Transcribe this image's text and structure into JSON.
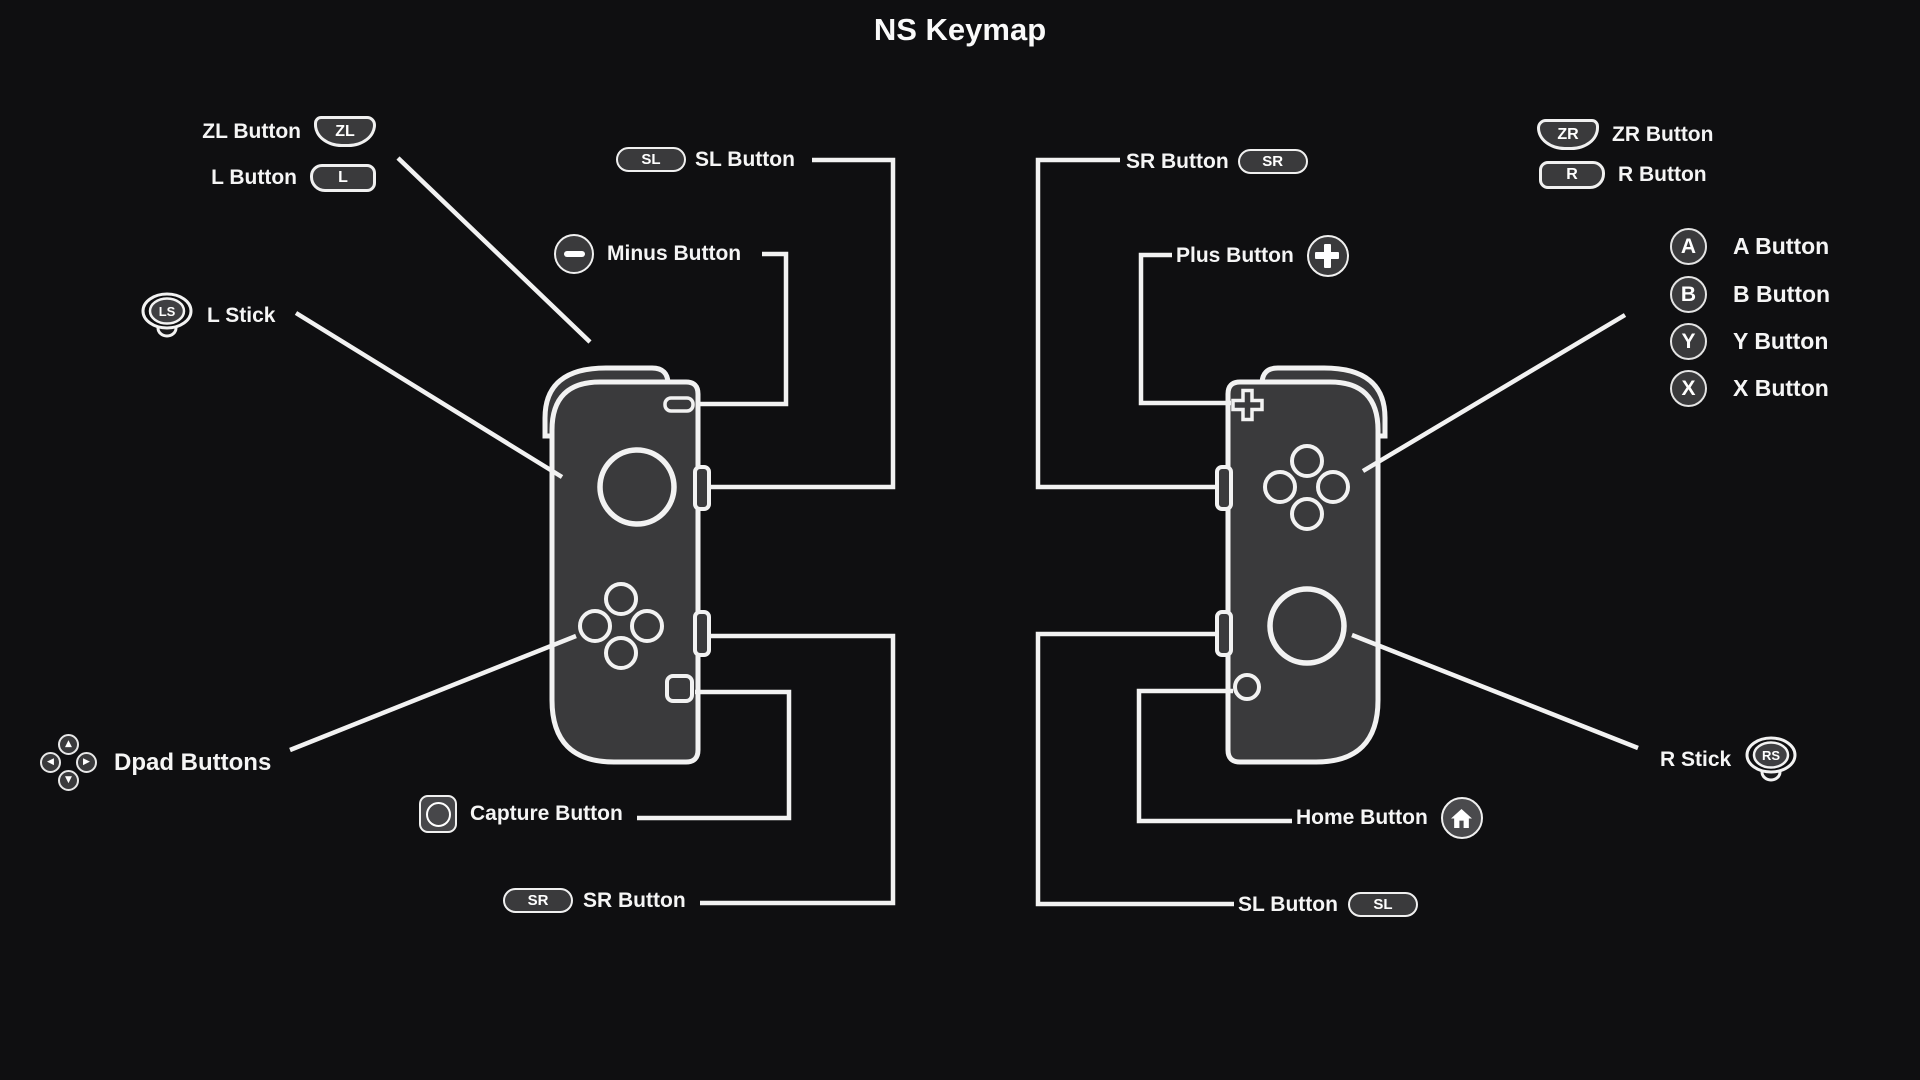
{
  "title": "NS Keymap",
  "colors": {
    "background": "#0f0f11",
    "joycon_body": "#3a3a3c",
    "line": "#f2f2f2",
    "text": "#f5f5f5"
  },
  "left_joycon": {
    "zl": {
      "label": "ZL Button",
      "key": "ZL"
    },
    "l": {
      "label": "L Button",
      "key": "L"
    },
    "stick": {
      "label": "L Stick",
      "key": "LS"
    },
    "sl": {
      "label": "SL Button",
      "key": "SL"
    },
    "minus": {
      "label": "Minus Button"
    },
    "dpad": {
      "label": "Dpad Buttons",
      "arrows": {
        "up": "▲",
        "left": "◀",
        "right": "▶",
        "down": "▼"
      }
    },
    "capture": {
      "label": "Capture Button"
    },
    "sr": {
      "label": "SR Button",
      "key": "SR"
    }
  },
  "right_joycon": {
    "sr": {
      "label": "SR Button",
      "key": "SR"
    },
    "zr": {
      "label": "ZR Button",
      "key": "ZR"
    },
    "r": {
      "label": "R Button",
      "key": "R"
    },
    "plus": {
      "label": "Plus Button"
    },
    "a": {
      "label": "A Button",
      "key": "A"
    },
    "b": {
      "label": "B Button",
      "key": "B"
    },
    "y": {
      "label": "Y Button",
      "key": "Y"
    },
    "x": {
      "label": "X Button",
      "key": "X"
    },
    "stick": {
      "label": "R Stick",
      "key": "RS"
    },
    "home": {
      "label": "Home Button"
    },
    "sl": {
      "label": "SL Button",
      "key": "SL"
    }
  }
}
